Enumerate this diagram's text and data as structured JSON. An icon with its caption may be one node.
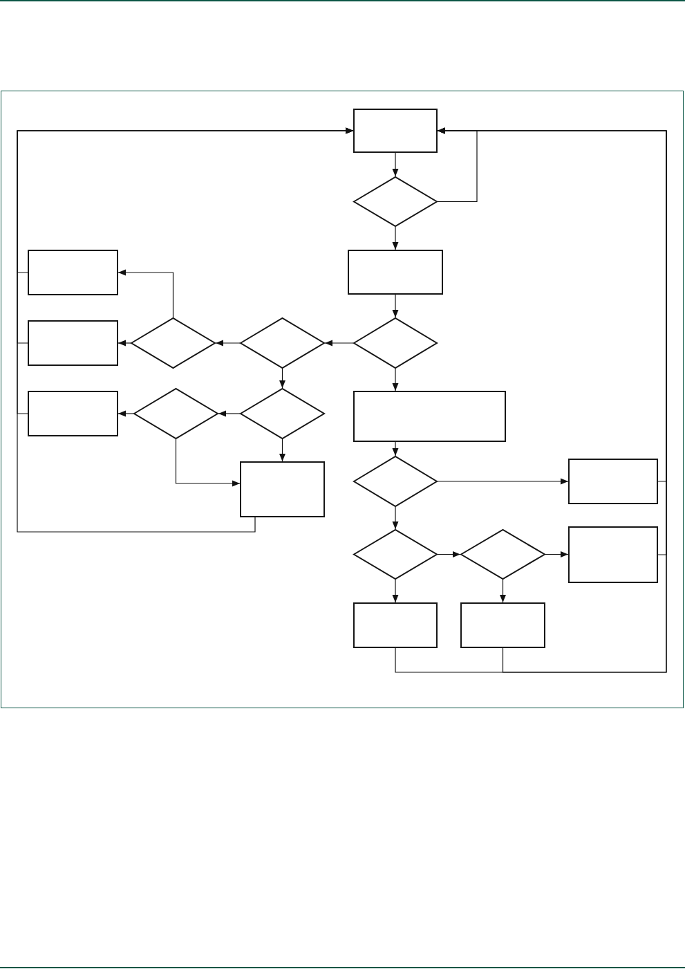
{
  "diagram": {
    "nodes": [
      {
        "text": [],
        "shape": "box"
      },
      {
        "text": [],
        "shape": "diamond"
      },
      {
        "text": [],
        "shape": "box"
      },
      {
        "text": [],
        "shape": "box"
      },
      {
        "text": [],
        "shape": "box"
      },
      {
        "text": [],
        "shape": "diamond"
      },
      {
        "text": [],
        "shape": "diamond"
      },
      {
        "text": [],
        "shape": "diamond"
      },
      {
        "text": [],
        "shape": "box"
      },
      {
        "text": [],
        "shape": "diamond"
      },
      {
        "text": [],
        "shape": "diamond"
      },
      {
        "text": [],
        "shape": "box"
      },
      {
        "text": [],
        "shape": "box"
      },
      {
        "text": [],
        "shape": "diamond"
      },
      {
        "text": [],
        "shape": "box"
      },
      {
        "text": [],
        "shape": "diamond"
      },
      {
        "text": [],
        "shape": "diamond"
      },
      {
        "text": [],
        "shape": "box"
      },
      {
        "text": [],
        "shape": "box"
      },
      {
        "text": [],
        "shape": "box"
      }
    ],
    "edges": [
      {
        "from": 0,
        "to": 1,
        "arrow": "to"
      },
      {
        "from": 1,
        "to": 0,
        "arrow": "to"
      },
      {
        "from": 1,
        "to": 3,
        "arrow": "to"
      },
      {
        "from": 3,
        "to": 7,
        "arrow": "to"
      },
      {
        "from": 7,
        "to": 6,
        "arrow": "to"
      },
      {
        "from": 7,
        "to": 11,
        "arrow": "to"
      },
      {
        "from": 6,
        "to": 5,
        "arrow": "to"
      },
      {
        "from": 6,
        "to": 10,
        "arrow": "to"
      },
      {
        "from": 5,
        "to": 4,
        "arrow": "to"
      },
      {
        "from": 5,
        "to": 2,
        "arrow": "to"
      },
      {
        "from": 10,
        "to": 9,
        "arrow": "to"
      },
      {
        "from": 10,
        "to": 12,
        "arrow": "to"
      },
      {
        "from": 9,
        "to": 8,
        "arrow": "to"
      },
      {
        "from": 9,
        "to": 12,
        "arrow": "to"
      },
      {
        "from": 11,
        "to": 13,
        "arrow": "to"
      },
      {
        "from": 13,
        "to": 14,
        "arrow": "to"
      },
      {
        "from": 13,
        "to": 15,
        "arrow": "to"
      },
      {
        "from": 15,
        "to": 16,
        "arrow": "to"
      },
      {
        "from": 15,
        "to": 18,
        "arrow": "to"
      },
      {
        "from": 16,
        "to": 17,
        "arrow": "to"
      },
      {
        "from": 16,
        "to": 19,
        "arrow": "to"
      },
      {
        "from": 2,
        "to": 0,
        "arrow": "to"
      },
      {
        "from": 4,
        "to": 0,
        "arrow": "to"
      },
      {
        "from": 8,
        "to": 0,
        "arrow": "to"
      },
      {
        "from": 12,
        "to": 0,
        "arrow": "to"
      },
      {
        "from": 14,
        "to": 0,
        "arrow": "to"
      },
      {
        "from": 17,
        "to": 0,
        "arrow": "to"
      },
      {
        "from": 18,
        "to": 0,
        "arrow": "to"
      },
      {
        "from": 19,
        "to": 0,
        "arrow": "to"
      }
    ]
  }
}
